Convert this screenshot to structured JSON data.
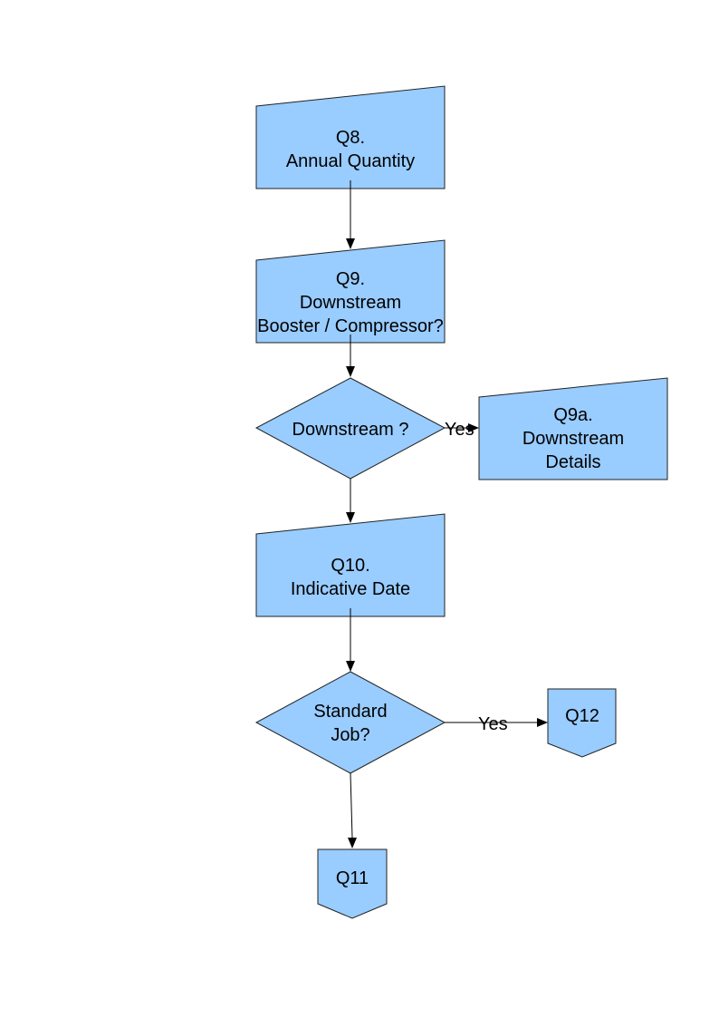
{
  "nodes": {
    "q8": {
      "line1": "Q8.",
      "line2": "Annual Quantity"
    },
    "q9": {
      "line1": "Q9.",
      "line2": "Downstream",
      "line3": "Booster / Compressor?"
    },
    "downstream_decision": {
      "label": "Downstream ?"
    },
    "q9a": {
      "line1": "Q9a.",
      "line2": "Downstream",
      "line3": "Details"
    },
    "q10": {
      "line1": "Q10.",
      "line2": "Indicative Date"
    },
    "standard_job_decision": {
      "line1": "Standard",
      "line2": "Job?"
    },
    "q12": {
      "label": "Q12"
    },
    "q11": {
      "label": "Q11"
    }
  },
  "edges": {
    "downstream_yes": "Yes",
    "standard_job_yes": "Yes"
  },
  "colors": {
    "shape_fill": "#99ccff",
    "stroke": "#222222"
  }
}
